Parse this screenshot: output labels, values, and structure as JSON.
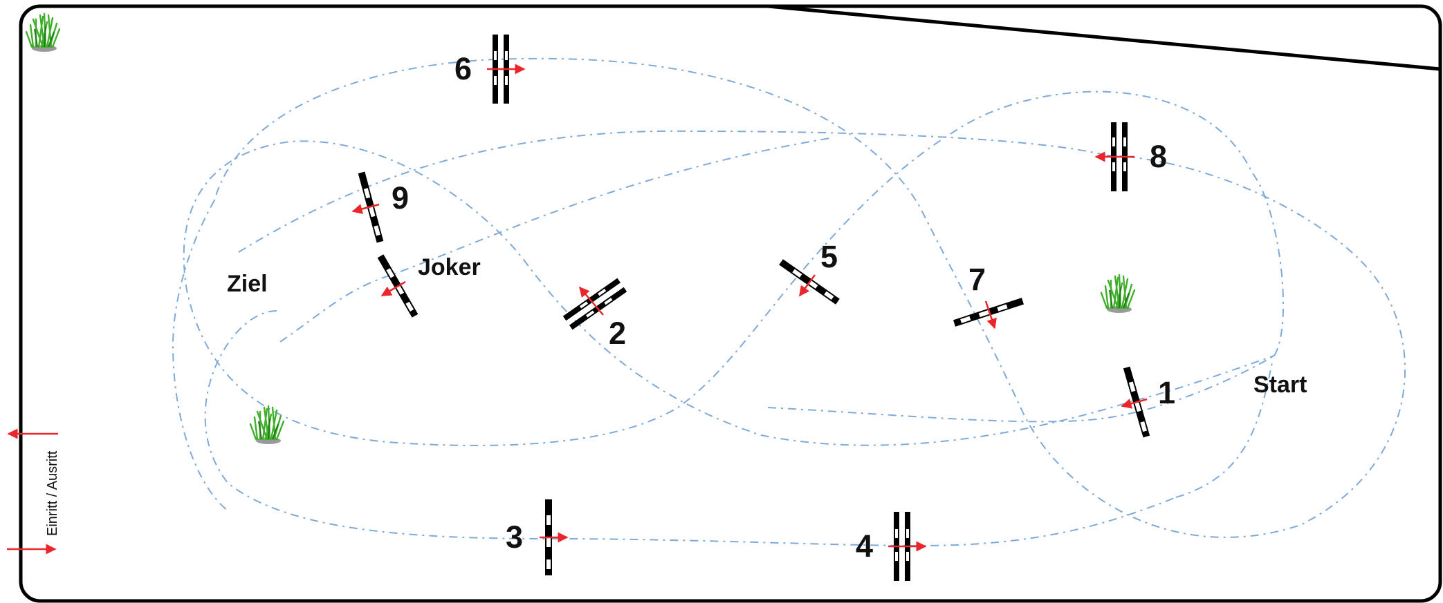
{
  "labels": {
    "ziel": "Ziel",
    "joker": "Joker",
    "start": "Start",
    "entrance": "Einritt / Ausritt"
  },
  "obstacles": [
    {
      "number": "1",
      "type": "vertical"
    },
    {
      "number": "2",
      "type": "oxer"
    },
    {
      "number": "3",
      "type": "vertical"
    },
    {
      "number": "4",
      "type": "oxer"
    },
    {
      "number": "5",
      "type": "vertical"
    },
    {
      "number": "6",
      "type": "oxer"
    },
    {
      "number": "7",
      "type": "vertical"
    },
    {
      "number": "8",
      "type": "oxer"
    },
    {
      "number": "9",
      "type": "vertical"
    }
  ],
  "decorations": [
    "grass-icon",
    "grass-icon",
    "grass-icon"
  ],
  "colors": {
    "route": "#7fa9d8",
    "arrow": "#e8262b",
    "border": "#000000",
    "grass": "#3fae2a"
  }
}
